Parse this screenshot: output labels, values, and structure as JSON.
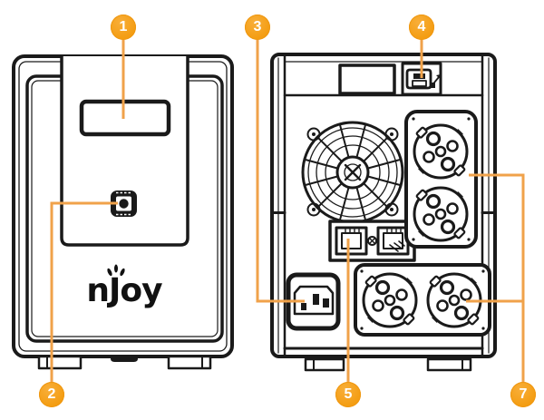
{
  "diagram": {
    "brand_logo": "nJoy",
    "colors": {
      "accent_orange": "#F49D12",
      "callout_line_orange": "#F0A24A",
      "line_art": "#1A1A1A",
      "background": "#FFFFFF"
    },
    "views": {
      "front": {
        "components": [
          "lcd-display",
          "power-button",
          "brand-logo"
        ]
      },
      "back": {
        "components": [
          "rating-label",
          "usb-port",
          "cooling-fan",
          "surge-data-ports",
          "ac-input-socket",
          "schuko-outlets-upper",
          "schuko-outlets-lower"
        ]
      }
    },
    "callouts": [
      {
        "number": "1",
        "target": "lcd-display"
      },
      {
        "number": "2",
        "target": "power-button"
      },
      {
        "number": "3",
        "target": "ac-input-socket"
      },
      {
        "number": "4",
        "target": "usb-port"
      },
      {
        "number": "5",
        "target": "surge-data-ports"
      },
      {
        "number": "7",
        "target": "schuko-outlets"
      }
    ]
  }
}
